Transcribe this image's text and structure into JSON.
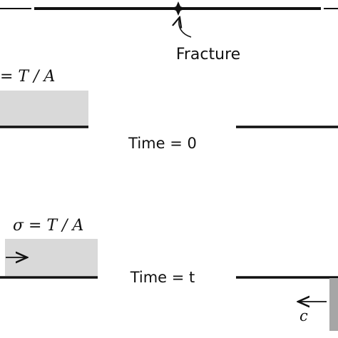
{
  "labels": {
    "fracture": "Fracture",
    "stress_top": "= T / A",
    "stress_bottom": "σ = T / A",
    "time0": "Time = 0",
    "timet": "Time = t",
    "wave_speed": "c"
  },
  "colors": {
    "line": "#111111",
    "block": "#d9d9d9",
    "block_dark": "#a6a6a6"
  }
}
